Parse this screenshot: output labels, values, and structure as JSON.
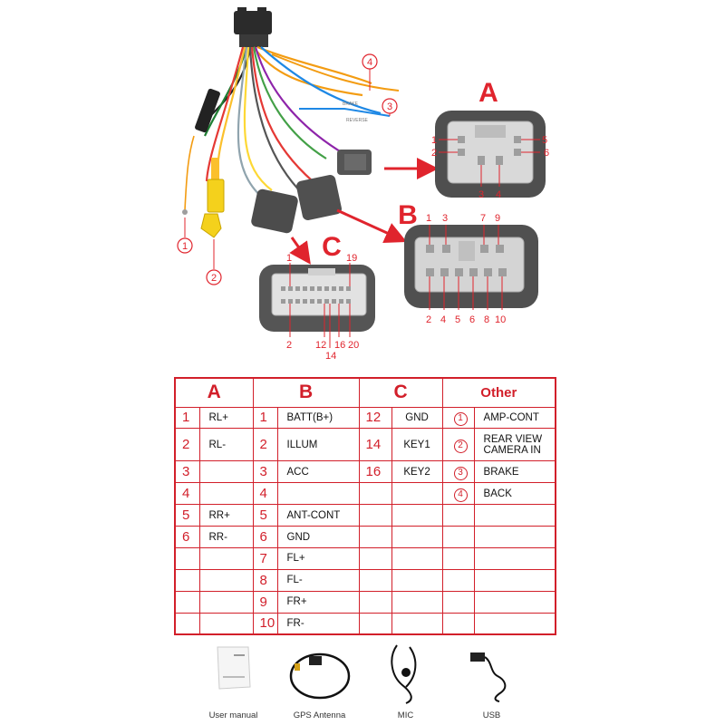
{
  "diagram": {
    "callouts": {
      "c1": "1",
      "c2": "2",
      "c3": "3",
      "c4": "4"
    },
    "connector_a": {
      "letter": "A",
      "pins": {
        "p1": "1",
        "p2": "2",
        "p3": "3",
        "p4": "4",
        "p5": "5",
        "p6": "6"
      }
    },
    "connector_b": {
      "letter": "B",
      "pins": {
        "p1": "1",
        "p3": "3",
        "p7": "7",
        "p9": "9",
        "p2": "2",
        "p4": "4",
        "p5": "5",
        "p6": "6",
        "p8": "8",
        "p10": "10"
      }
    },
    "connector_c": {
      "letter": "C",
      "pins": {
        "p1": "1",
        "p19": "19",
        "p2": "2",
        "p12": "12",
        "p16": "16",
        "p20": "20",
        "p14": "14"
      }
    },
    "colors": {
      "accent": "#e0242d",
      "connector_body": "#4a4a4a",
      "housing": "#dcdcdc"
    }
  },
  "table": {
    "headers": [
      "A",
      "B",
      "C",
      "Other"
    ],
    "rows": [
      {
        "a_num": "1",
        "a_label": "RL+",
        "b_num": "1",
        "b_label": "BATT(B+)",
        "c_num": "12",
        "c_label": "GND",
        "o_num": "1",
        "o_label": "AMP-CONT"
      },
      {
        "a_num": "2",
        "a_label": "RL-",
        "b_num": "2",
        "b_label": "ILLUM",
        "c_num": "14",
        "c_label": "KEY1",
        "o_num": "2",
        "o_label": "REAR VIEW CAMERA IN"
      },
      {
        "a_num": "3",
        "a_label": "",
        "b_num": "3",
        "b_label": "ACC",
        "c_num": "16",
        "c_label": "KEY2",
        "o_num": "3",
        "o_label": "BRAKE"
      },
      {
        "a_num": "4",
        "a_label": "",
        "b_num": "4",
        "b_label": "",
        "c_num": "",
        "c_label": "",
        "o_num": "4",
        "o_label": "BACK"
      },
      {
        "a_num": "5",
        "a_label": "RR+",
        "b_num": "5",
        "b_label": "ANT-CONT",
        "c_num": "",
        "c_label": "",
        "o_num": "",
        "o_label": ""
      },
      {
        "a_num": "6",
        "a_label": "RR-",
        "b_num": "6",
        "b_label": "GND",
        "c_num": "",
        "c_label": "",
        "o_num": "",
        "o_label": ""
      },
      {
        "a_num": "",
        "a_label": "",
        "b_num": "7",
        "b_label": "FL+",
        "c_num": "",
        "c_label": "",
        "o_num": "",
        "o_label": ""
      },
      {
        "a_num": "",
        "a_label": "",
        "b_num": "8",
        "b_label": "FL-",
        "c_num": "",
        "c_label": "",
        "o_num": "",
        "o_label": ""
      },
      {
        "a_num": "",
        "a_label": "",
        "b_num": "9",
        "b_label": "FR+",
        "c_num": "",
        "c_label": "",
        "o_num": "",
        "o_label": ""
      },
      {
        "a_num": "",
        "a_label": "",
        "b_num": "10",
        "b_label": "FR-",
        "c_num": "",
        "c_label": "",
        "o_num": "",
        "o_label": ""
      }
    ]
  },
  "accessories": [
    {
      "label": "User manual",
      "icon": "manual-icon"
    },
    {
      "label": "GPS Antenna",
      "icon": "gps-antenna-icon"
    },
    {
      "label": "MIC",
      "icon": "microphone-icon"
    },
    {
      "label": "USB",
      "icon": "usb-cable-icon"
    }
  ]
}
